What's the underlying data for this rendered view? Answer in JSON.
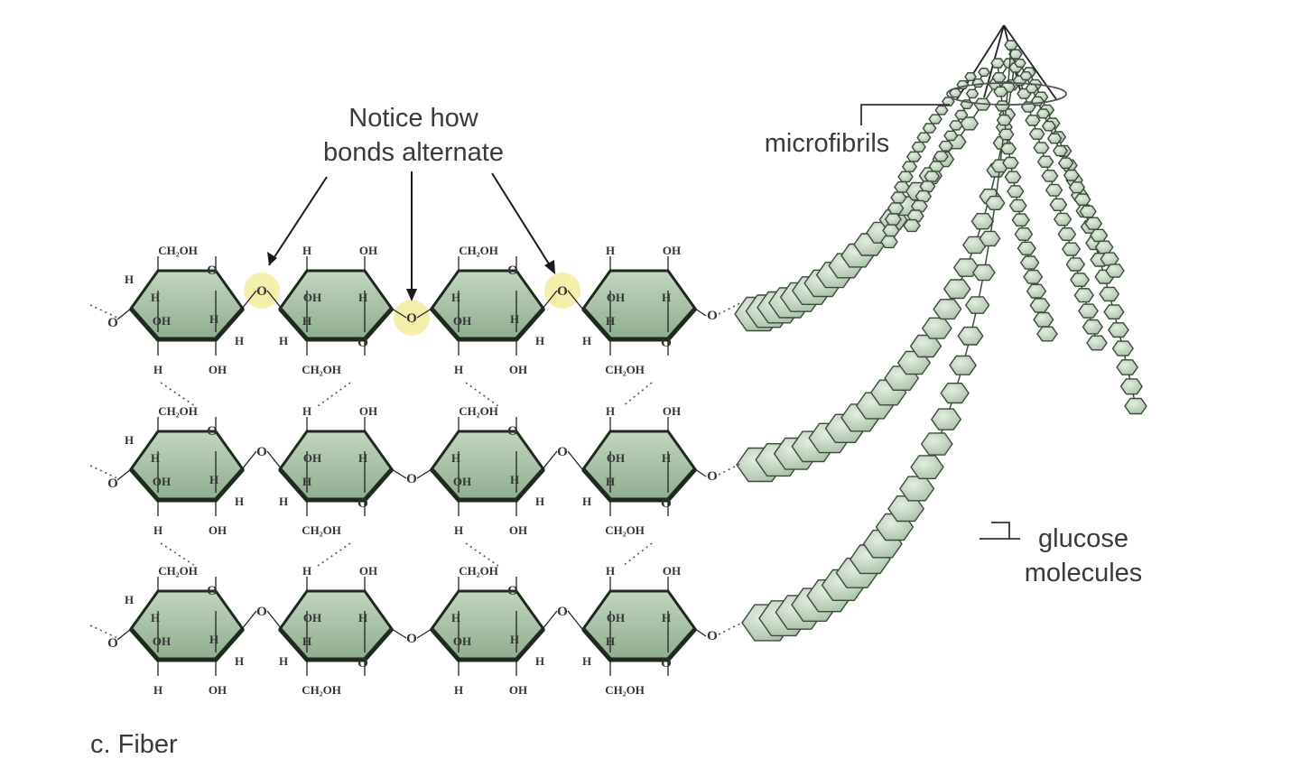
{
  "labels": {
    "notice_line1": "Notice how",
    "notice_line2": "bonds alternate",
    "microfibrils": "microfibrils",
    "glucose_line1": "glucose",
    "glucose_line2": "molecules",
    "caption": "c. Fiber"
  },
  "atoms": {
    "ch2oh": "CH₂OH",
    "oh": "OH",
    "h": "H",
    "o": "O"
  },
  "colors": {
    "ring_fill": "#8fad8f",
    "ring_fill_light": "#c2d6c0",
    "ring_stroke": "#1d2a1d",
    "highlight": "#f3efa6",
    "chain_fill": "#a7c0a5",
    "chain_stroke": "#3b4a3b"
  },
  "structure": {
    "rows": 3,
    "rings_per_row": 4,
    "highlighted_linkages": 3
  }
}
